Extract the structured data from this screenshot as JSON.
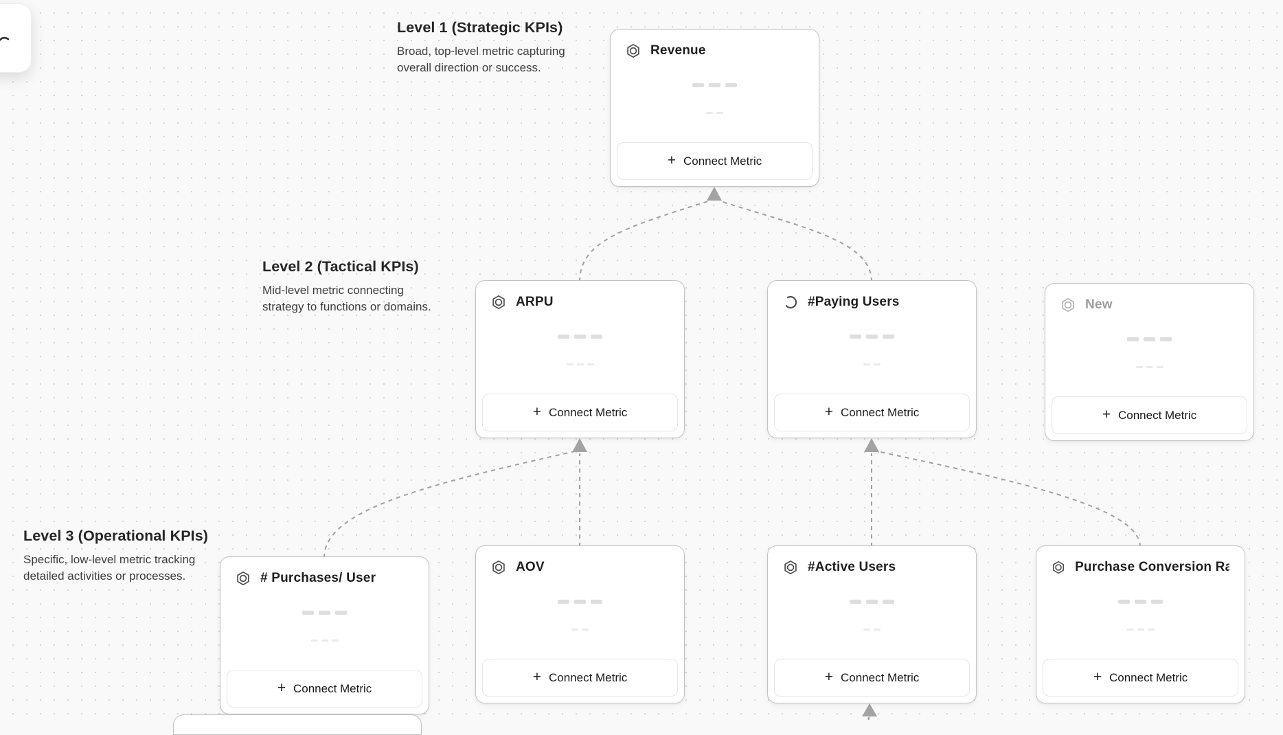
{
  "canvas": {
    "background": "#f9f9f9",
    "dot_color": "#d5d5d5",
    "edge_color": "#a0a0a0"
  },
  "levels": [
    {
      "title": "Level 1 (Strategic KPIs)",
      "desc_line1": "Broad, top-level metric capturing",
      "desc_line2": "overall direction or success."
    },
    {
      "title": "Level 2 (Tactical KPIs)",
      "desc_line1": "Mid-level metric connecting",
      "desc_line2": "strategy to functions or domains."
    },
    {
      "title": "Level 3 (Operational KPIs)",
      "desc_line1": "Specific, low-level metric tracking",
      "desc_line2": "detailed activities or processes."
    }
  ],
  "nodes": [
    {
      "title": "Revenue",
      "icon": "metric-hexagon-icon",
      "button_label": "Connect Metric",
      "state": "normal"
    },
    {
      "title": "ARPU",
      "icon": "metric-hexagon-icon",
      "button_label": "Connect Metric",
      "state": "normal"
    },
    {
      "title": "#Paying Users",
      "icon": "spinner-icon",
      "button_label": "Connect Metric",
      "state": "loading"
    },
    {
      "title": "New",
      "icon": "metric-hexagon-icon",
      "button_label": "Connect Metric",
      "state": "draft"
    },
    {
      "title": "# Purchases/ User",
      "icon": "metric-hexagon-icon",
      "button_label": "Connect Metric",
      "state": "normal"
    },
    {
      "title": "AOV",
      "icon": "metric-hexagon-icon",
      "button_label": "Connect Metric",
      "state": "normal"
    },
    {
      "title": "#Active Users",
      "icon": "metric-hexagon-icon",
      "button_label": "Connect Metric",
      "state": "normal"
    },
    {
      "title": "Purchase Conversion Rate",
      "icon": "metric-hexagon-icon",
      "button_label": "Connect Metric",
      "state": "normal"
    }
  ]
}
